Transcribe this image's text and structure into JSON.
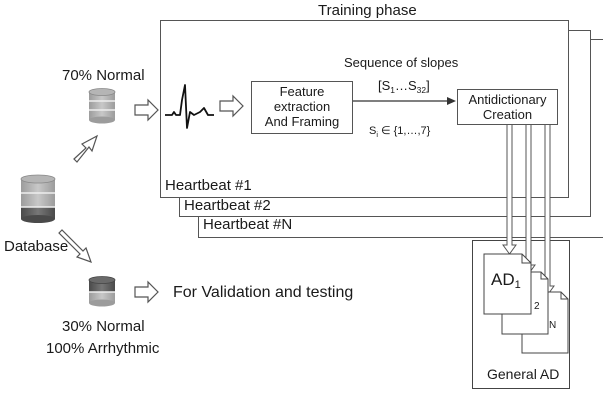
{
  "labels": {
    "training_phase": "Training phase",
    "normal_70": "70% Normal",
    "database": "Database",
    "normal_30": "30% Normal",
    "arrhythmic_100": "100% Arrhythmic",
    "validation": "For Validation and testing",
    "feature_line1": "Feature",
    "feature_line2": "extraction",
    "feature_line3": "And Framing",
    "sequence_of_slopes": "Sequence of slopes",
    "slopes_open": "[S",
    "slopes_sub1": "1",
    "slopes_mid": "…S",
    "slopes_sub2": "32",
    "slopes_close": "]",
    "si_s": "S",
    "si_sub": "i",
    "si_set": " ∈ {1,…,7}",
    "antidictionary_line1": "Antidictionary",
    "antidictionary_line2": "Creation",
    "heartbeat_1": "Heartbeat #1",
    "heartbeat_2": "Heartbeat #2",
    "heartbeat_n": "Heartbeat #N",
    "ad_main": "AD",
    "ad_sub": "1",
    "ad_2": "2",
    "ad_n": "N",
    "general_ad": "General AD"
  }
}
